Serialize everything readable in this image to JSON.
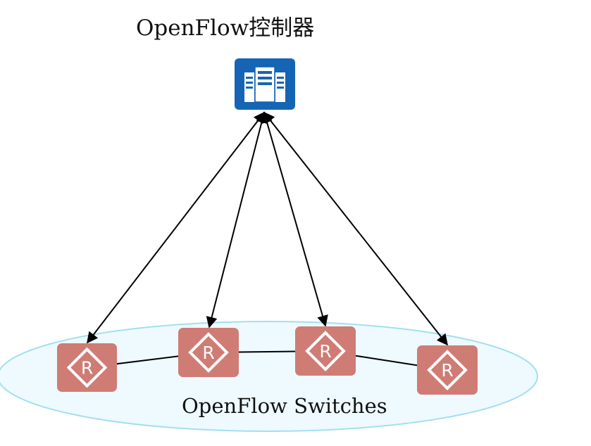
{
  "controller": {
    "label": "OpenFlow控制器",
    "icon": "server-icon",
    "color": "#1565b4"
  },
  "switch_area": {
    "label": "OpenFlow Switches",
    "fill": "#eefaff",
    "stroke": "#a3dff0"
  },
  "switches": [
    {
      "id": "sw1",
      "glyph": "R",
      "icon": "router-icon"
    },
    {
      "id": "sw2",
      "glyph": "R",
      "icon": "router-icon"
    },
    {
      "id": "sw3",
      "glyph": "R",
      "icon": "router-icon"
    },
    {
      "id": "sw4",
      "glyph": "R",
      "icon": "router-icon"
    }
  ],
  "switch_color": "#cf7c75",
  "links": [
    {
      "from": "controller",
      "to": "sw1",
      "type": "bidirectional-arrow"
    },
    {
      "from": "controller",
      "to": "sw2",
      "type": "bidirectional-arrow"
    },
    {
      "from": "controller",
      "to": "sw3",
      "type": "bidirectional-arrow"
    },
    {
      "from": "controller",
      "to": "sw4",
      "type": "bidirectional-arrow"
    },
    {
      "from": "sw1",
      "to": "sw2",
      "type": "line"
    },
    {
      "from": "sw2",
      "to": "sw3",
      "type": "line"
    },
    {
      "from": "sw3",
      "to": "sw4",
      "type": "line"
    }
  ]
}
